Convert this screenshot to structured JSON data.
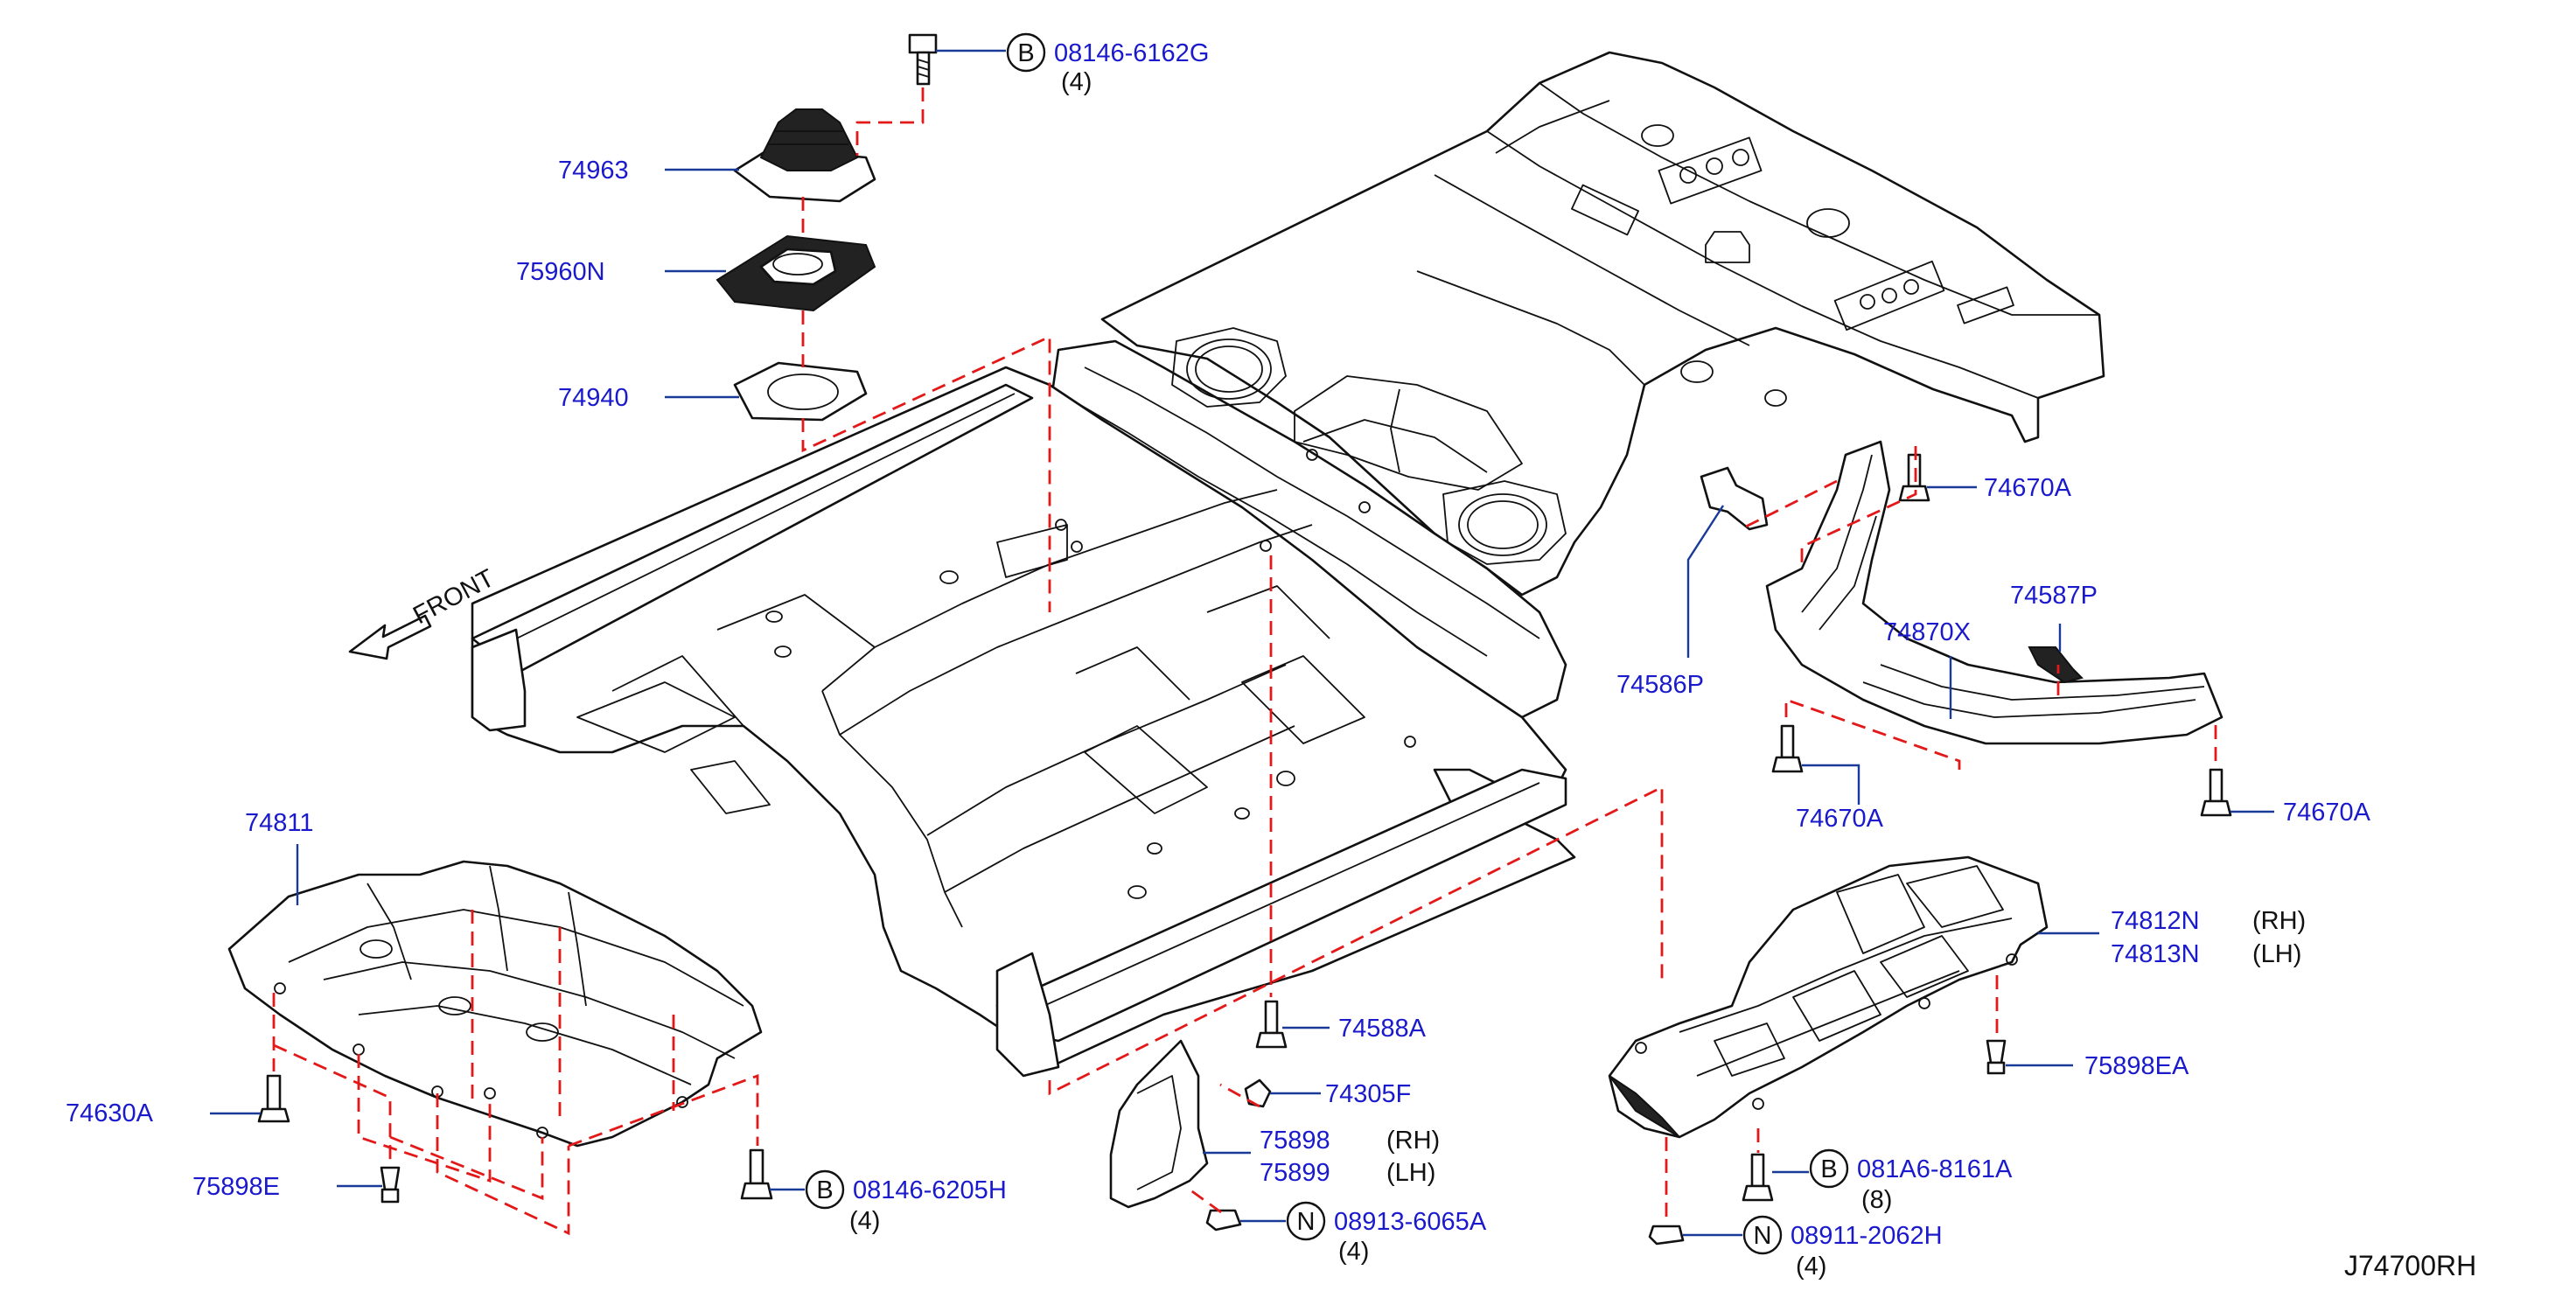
{
  "diagram_id": "J74700RH",
  "front_label": "FRONT",
  "labels": {
    "p08146_6162G": "08146-6162G",
    "p08146_6162G_qty": "(4)",
    "p74963": "74963",
    "p75960N": "75960N",
    "p74940": "74940",
    "p74670A_top": "74670A",
    "p74587P": "74587P",
    "p74870X": "74870X",
    "p74586P": "74586P",
    "p74670A_mid": "74670A",
    "p74670A_right": "74670A",
    "p74811": "74811",
    "p74812N": "74812N",
    "p74812N_side": "(RH)",
    "p74813N": "74813N",
    "p74813N_side": "(LH)",
    "p75898EA": "75898EA",
    "p74588A": "74588A",
    "p74305F": "74305F",
    "p75898": "75898",
    "p75898_side": "(RH)",
    "p75899": "75899",
    "p75899_side": "(LH)",
    "p74630A": "74630A",
    "p75898E": "75898E",
    "p08146_6205H": "08146-6205H",
    "p08146_6205H_qty": "(4)",
    "p08913_6065A": "08913-6065A",
    "p08913_6065A_qty": "(4)",
    "p081A6_8161A": "081A6-8161A",
    "p081A6_8161A_qty": "(8)",
    "p08911_2062H": "08911-2062H",
    "p08911_2062H_qty": "(4)"
  },
  "symbols": {
    "bolt_symbol": "B",
    "nut_symbol": "N"
  },
  "colors": {
    "part_number": "#1a1acc",
    "leader": "#1a3a99",
    "dashed_guide": "#e31818",
    "line_art": "#111111"
  }
}
